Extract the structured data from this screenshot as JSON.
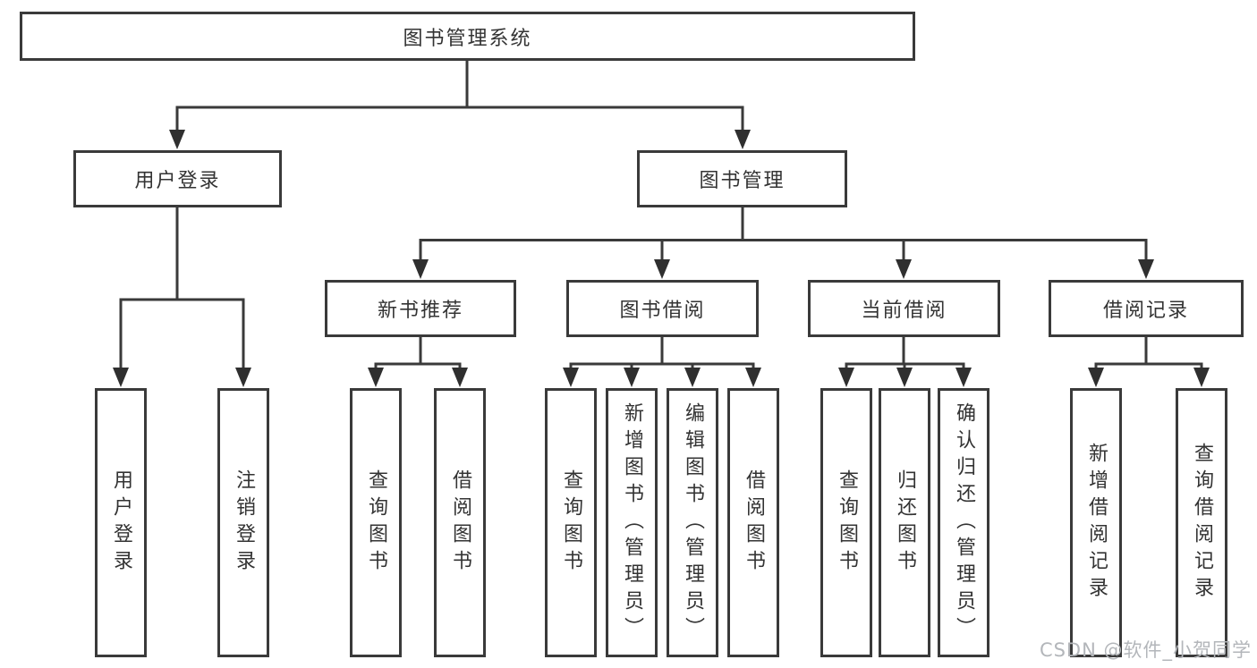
{
  "tree": {
    "label": "图书管理系统",
    "children": [
      {
        "label": "用户登录",
        "children": [
          {
            "label": "用户登录"
          },
          {
            "label": "注销登录"
          }
        ]
      },
      {
        "label": "图书管理",
        "children": [
          {
            "label": "新书推荐",
            "children": [
              {
                "label": "查询图书"
              },
              {
                "label": "借阅图书"
              }
            ]
          },
          {
            "label": "图书借阅",
            "children": [
              {
                "label": "查询图书"
              },
              {
                "label": "新增图书（管理员）"
              },
              {
                "label": "编辑图书（管理员）"
              },
              {
                "label": "借阅图书"
              }
            ]
          },
          {
            "label": "当前借阅",
            "children": [
              {
                "label": "查询图书"
              },
              {
                "label": "归还图书"
              },
              {
                "label": "确认归还（管理员）"
              }
            ]
          },
          {
            "label": "借阅记录",
            "children": [
              {
                "label": "新增借阅记录"
              },
              {
                "label": "查询借阅记录"
              }
            ]
          }
        ]
      }
    ]
  },
  "watermark": {
    "text": "CSDN @软件_小贺同学"
  },
  "colors": {
    "line": "#3a3a3a",
    "text": "#333333",
    "watermark": "#b3b6ba"
  }
}
